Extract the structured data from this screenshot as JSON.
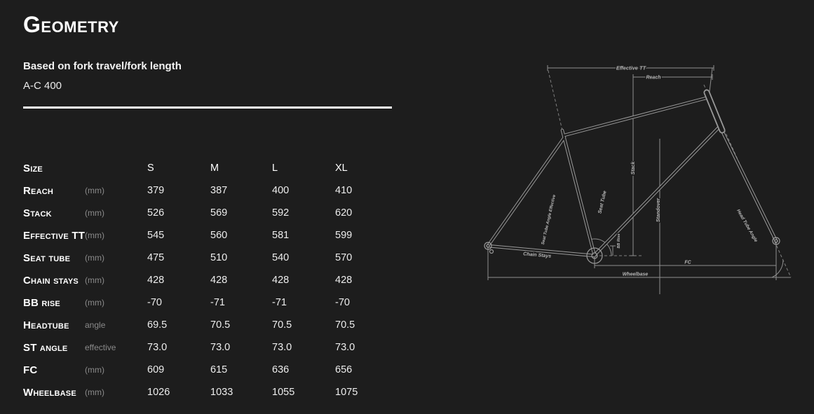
{
  "page": {
    "title": "Geometry",
    "subtitle": "Based on fork travel/fork length",
    "note": "A-C 400"
  },
  "chart_data": {
    "type": "table",
    "title": "Geometry",
    "size_header": "Size",
    "size_columns": [
      "S",
      "M",
      "L",
      "XL"
    ],
    "rows": [
      {
        "label": "Reach",
        "unit": "(mm)",
        "values": [
          "379",
          "387",
          "400",
          "410"
        ]
      },
      {
        "label": "Stack",
        "unit": "(mm)",
        "values": [
          "526",
          "569",
          "592",
          "620"
        ]
      },
      {
        "label": "Effective TT",
        "unit": "(mm)",
        "values": [
          "545",
          "560",
          "581",
          "599"
        ]
      },
      {
        "label": "Seat tube",
        "unit": "(mm)",
        "values": [
          "475",
          "510",
          "540",
          "570"
        ]
      },
      {
        "label": "Chain stays",
        "unit": "(mm)",
        "values": [
          "428",
          "428",
          "428",
          "428"
        ]
      },
      {
        "label": "BB rise",
        "unit": "(mm)",
        "values": [
          "-70",
          "-71",
          "-71",
          "-70"
        ]
      },
      {
        "label": "Headtube",
        "unit": "angle",
        "values": [
          "69.5",
          "70.5",
          "70.5",
          "70.5"
        ]
      },
      {
        "label": "ST angle",
        "unit": "effective",
        "values": [
          "73.0",
          "73.0",
          "73.0",
          "73.0"
        ]
      },
      {
        "label": "FC",
        "unit": "(mm)",
        "values": [
          "609",
          "615",
          "636",
          "656"
        ]
      },
      {
        "label": "Wheelbase",
        "unit": "(mm)",
        "values": [
          "1026",
          "1033",
          "1055",
          "1075"
        ]
      }
    ]
  },
  "diagram": {
    "labels": {
      "effective_tt": "Effective TT",
      "reach": "Reach",
      "stack": "Stack",
      "seat_tube": "Seat Tube",
      "seat_tube_angle": "Seat Tube Angle Effective",
      "standover": "Standover",
      "head_tube_angle": "Head Tube Angle",
      "bb_rise": "BB Rise",
      "chain_stays": "Chain Stays",
      "fc": "FC",
      "wheelbase": "Wheelbase"
    }
  },
  "colors": {
    "background": "#1d1d1d",
    "text": "#ffffff",
    "muted": "#8a8a8a",
    "frame_line": "#9a9a9a",
    "dimension_line": "#8f8f8f",
    "divider": "#ffffff"
  }
}
